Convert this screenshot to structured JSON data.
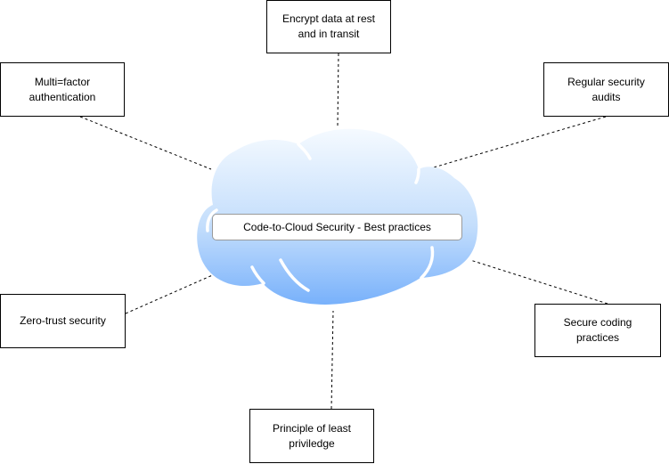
{
  "center": {
    "label": "Code-to-Cloud Security - Best practices"
  },
  "practices": {
    "encrypt": "Encrypt data at rest\nand in transit",
    "mfa": "Multi=factor\nauthentication",
    "audits": "Regular security\naudits",
    "zero_trust": "Zero-trust security",
    "secure_coding": "Secure coding\npractices",
    "least_privilege": "Principle of least\npriviledge"
  },
  "colors": {
    "cloud_top": "#f4f9ff",
    "cloud_bottom": "#7db4fc",
    "line": "#000000",
    "box_border": "#000000"
  }
}
